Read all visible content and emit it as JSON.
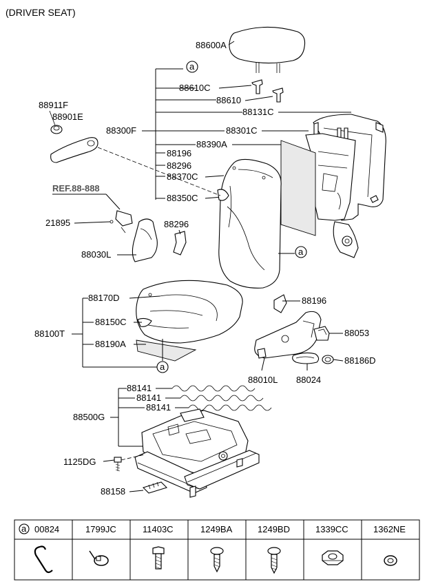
{
  "title": "(DRIVER SEAT)",
  "reference": "REF.88-888",
  "callout_marker": "a",
  "labels": {
    "88600A": "88600A",
    "88610C": "88610C",
    "88610": "88610",
    "88131C": "88131C",
    "88300F": "88300F",
    "88301C": "88301C",
    "88390A": "88390A",
    "88196_upper": "88196",
    "88296_upper": "88296",
    "88370C": "88370C",
    "88350C": "88350C",
    "88911F": "88911F",
    "88901E": "88901E",
    "21895": "21895",
    "88296_lower": "88296",
    "88030L": "88030L",
    "88170D": "88170D",
    "88100T": "88100T",
    "88150C": "88150C",
    "88190A": "88190A",
    "88196_lower": "88196",
    "88053": "88053",
    "88186D": "88186D",
    "88010L": "88010L",
    "88024": "88024",
    "88141_1": "88141",
    "88141_2": "88141",
    "88141_3": "88141",
    "88500G": "88500G",
    "1125DG": "1125DG",
    "88158": "88158"
  },
  "parts_table": {
    "headers": [
      "00824",
      "1799JC",
      "11403C",
      "1249BA",
      "1249BD",
      "1339CC",
      "1362NE"
    ],
    "icons": [
      "wire-clip-icon",
      "cable-tie-icon",
      "bolt-icon",
      "tapping-screw-icon",
      "tapping-screw-long-icon",
      "hex-nut-icon",
      "washer-icon"
    ]
  }
}
